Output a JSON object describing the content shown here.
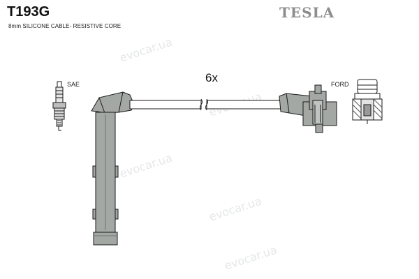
{
  "header": {
    "part_number": "T193G",
    "description": "8mm SILICONE CABLE- RESISTIVE CORE",
    "brand": "TESLA"
  },
  "labels": {
    "sae": "SAE",
    "ford": "FORD",
    "quantity": "6x"
  },
  "watermark": {
    "text": "evocar.ua"
  },
  "colors": {
    "boot_fill": "#a3a8a5",
    "outline": "#1a1a1a",
    "brand_gray": "#8d8d8d",
    "watermark": "#cfd3d6"
  }
}
